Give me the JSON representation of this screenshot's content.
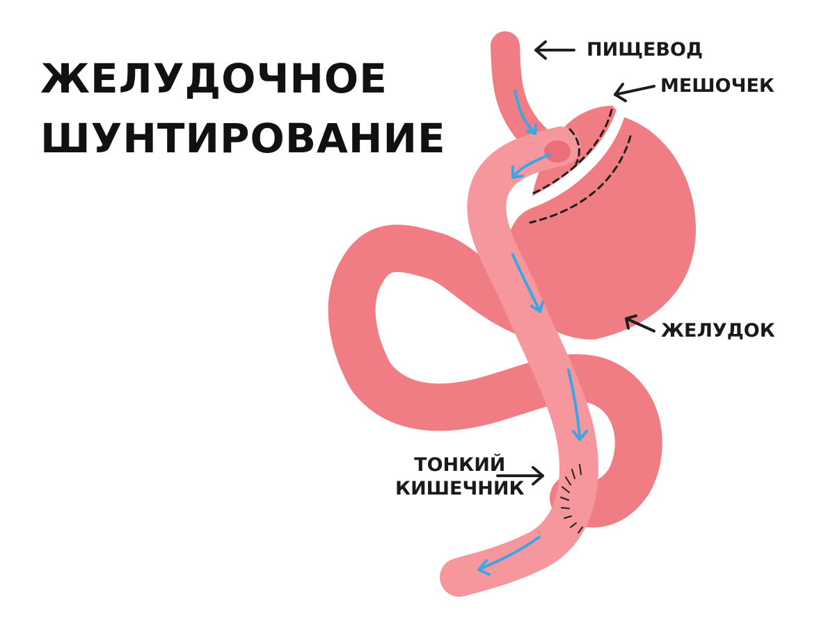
{
  "title": {
    "line1": "ЖЕЛУДОЧНОЕ",
    "line2": "ШУНТИРОВАНИЕ"
  },
  "labels": {
    "esophagus": "ПИЩЕВОД",
    "pouch": "МЕШОЧЕК",
    "stomach": "ЖЕЛУДОК",
    "small_intestine_line1": "ТОНКИЙ",
    "small_intestine_line2": "КИШЕЧНИК"
  },
  "colors": {
    "stomach": "#F07C84",
    "small_intestine": "#F5979C",
    "outline": "#1E1E1E",
    "flow_arrow": "#3BA5E8",
    "text": "#1A1A1A",
    "background": "#FFFFFF"
  },
  "icons": {
    "label_pointer": "arrow-left-icon",
    "intestine_pointer": "arrow-right-icon",
    "food_flow": "flow-arrow-icon"
  }
}
